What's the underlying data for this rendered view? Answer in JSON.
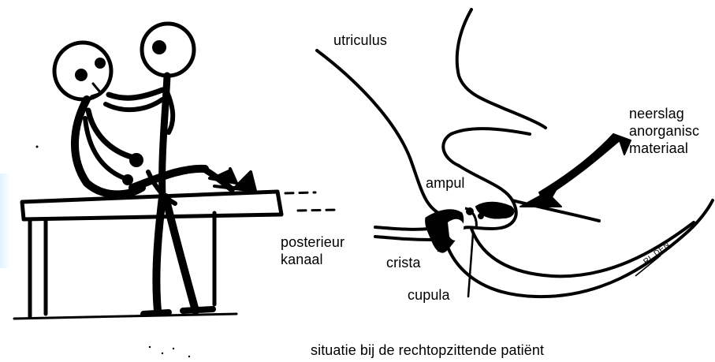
{
  "labels": {
    "utriculus": "utriculus",
    "neerslag_line1": "neerslag",
    "neerslag_line2": "anorganisc",
    "neerslag_line3": "materiaal",
    "ampul": "ampul",
    "posterieur_line1": "posterieur",
    "posterieur_line2": "kanaal",
    "crista": "crista",
    "cupula": "cupula",
    "caption": "situatie bij de rechtopzittende patiënt",
    "signature": "RL DEN"
  },
  "colors": {
    "ink": "#000000",
    "paper": "#ffffff",
    "edge_tint": "#0096ff"
  }
}
